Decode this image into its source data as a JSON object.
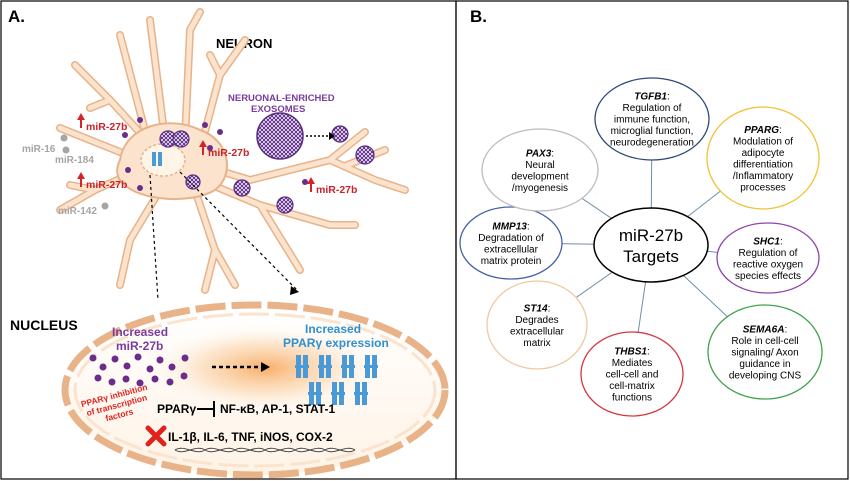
{
  "panel_a": {
    "label": "A.",
    "neuron_title": "NEURON",
    "exosomes_title_line1": "NERUONAL-ENRICHED",
    "exosomes_title_line2": "EXOSOMES",
    "mirna_up_1": "miR-27b",
    "mirna_up_2": "miR-27b",
    "mirna_up_3": "miR-27b",
    "mirna_up_4": "miR-27b",
    "mirna_grey_1": "miR-16",
    "mirna_grey_2": "miR-184",
    "mirna_grey_3": "miR-142",
    "nucleus_title": "NUCLEUS",
    "increased_mir_line1": "Increased",
    "increased_mir_line2": "miR-27b",
    "increased_ppar_line1": "Increased",
    "increased_ppar_line2": "PPARγ expression",
    "inhibition_line1": "PPARγ inhibition",
    "inhibition_line2": "of transcription",
    "inhibition_line3": "factors",
    "ppar_label": "PPARγ",
    "transcription_factors": "NF-κB, AP-1, STAT-1",
    "cytokines": "IL-1β, IL-6, TNF, iNOS, COX-2",
    "colors": {
      "up_arrow": "#d4242a",
      "mir27b_text": "#c8242a",
      "mirna_dot": "#6a2d8c",
      "grey_mirna": "#a5a5a5",
      "neuron_fill": "#fbe3cd",
      "neuron_stroke": "#e8b389",
      "increased_mir": "#7a3b9e",
      "increased_ppar": "#2f8fd0",
      "receptor": "#4b9ad8",
      "inhibition": "#e0231f",
      "cross": "#e0231f"
    }
  },
  "panel_b": {
    "label": "B.",
    "center_line1": "miR-27b",
    "center_line2": "Targets",
    "targets": [
      {
        "gene": "TGFB1",
        "lines": [
          "Regulation of",
          "immune function,",
          "microglial function,",
          "neurodegeneration"
        ],
        "color": "#2e4a7a"
      },
      {
        "gene": "PPARG",
        "lines": [
          "Modulation of",
          "adipocyte",
          "differentiation",
          "/Inflammatory",
          "processes"
        ],
        "color": "#f1c232"
      },
      {
        "gene": "SHC1",
        "lines": [
          "Regulation of",
          "reactive oxygen",
          "species effects"
        ],
        "color": "#8e44ad"
      },
      {
        "gene": "SEMA6A",
        "lines": [
          "Role in cell-cell",
          "signaling/ Axon",
          "guidance in",
          "developing CNS"
        ],
        "color": "#3fa34d"
      },
      {
        "gene": "THBS1",
        "lines": [
          "Mediates",
          "cell-cell and",
          "cell-matrix",
          "functions"
        ],
        "color": "#d9363e"
      },
      {
        "gene": "ST14",
        "lines": [
          "Degrades",
          "extracellular",
          "matrix"
        ],
        "color": "#f0c9a0"
      },
      {
        "gene": "MMP13",
        "lines": [
          "Degradation of",
          "extracellular",
          "matrix protein"
        ],
        "color": "#4763a7"
      },
      {
        "gene": "PAX3",
        "lines": [
          "Neural",
          "development",
          "/myogenesis"
        ],
        "color": "#bdbdbd"
      }
    ]
  }
}
